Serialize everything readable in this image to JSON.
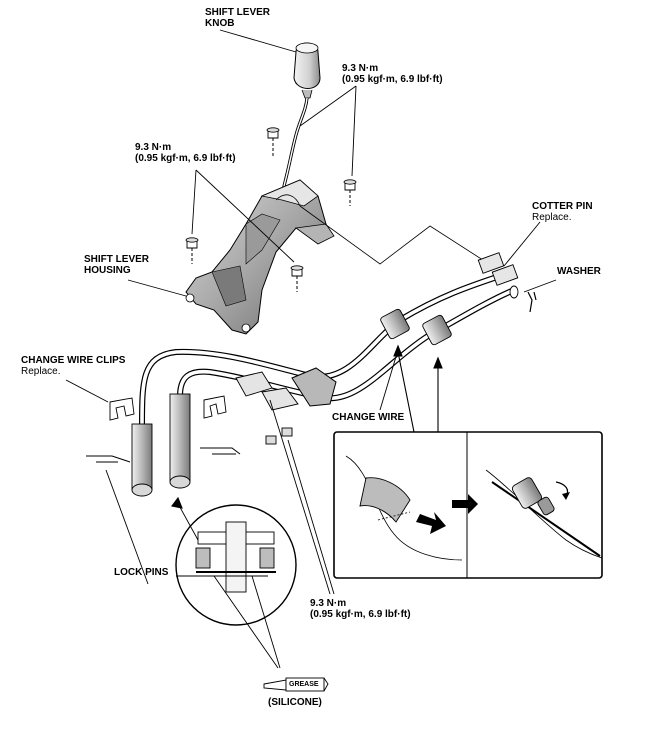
{
  "labels": {
    "shift_lever_knob": [
      "SHIFT LEVER",
      "KNOB"
    ],
    "shift_lever_housing": [
      "SHIFT LEVER",
      "HOUSING"
    ],
    "cotter_pin": "COTTER PIN",
    "cotter_pin_note": "Replace.",
    "washer": "WASHER",
    "change_wire_clips": "CHANGE WIRE CLIPS",
    "change_wire_clips_note": "Replace.",
    "change_wire": "CHANGE WIRE",
    "lock_pins": "LOCK PINS",
    "grease_tube": "GREASE",
    "silicone": "(SILICONE)"
  },
  "torque_specs": {
    "top_right": [
      "9.3 N·m",
      "(0.95 kgf·m, 6.9 lbf·ft)"
    ],
    "left": [
      "9.3 N·m",
      "(0.95 kgf·m, 6.9 lbf·ft)"
    ],
    "bottom": [
      "9.3 N·m",
      "(0.95 kgf·m, 6.9 lbf·ft)"
    ]
  },
  "colors": {
    "line": "#000000",
    "fill_light": "#e8e8e8",
    "fill_mid": "#c8c8c8",
    "fill_dark": "#8a8a8a"
  }
}
